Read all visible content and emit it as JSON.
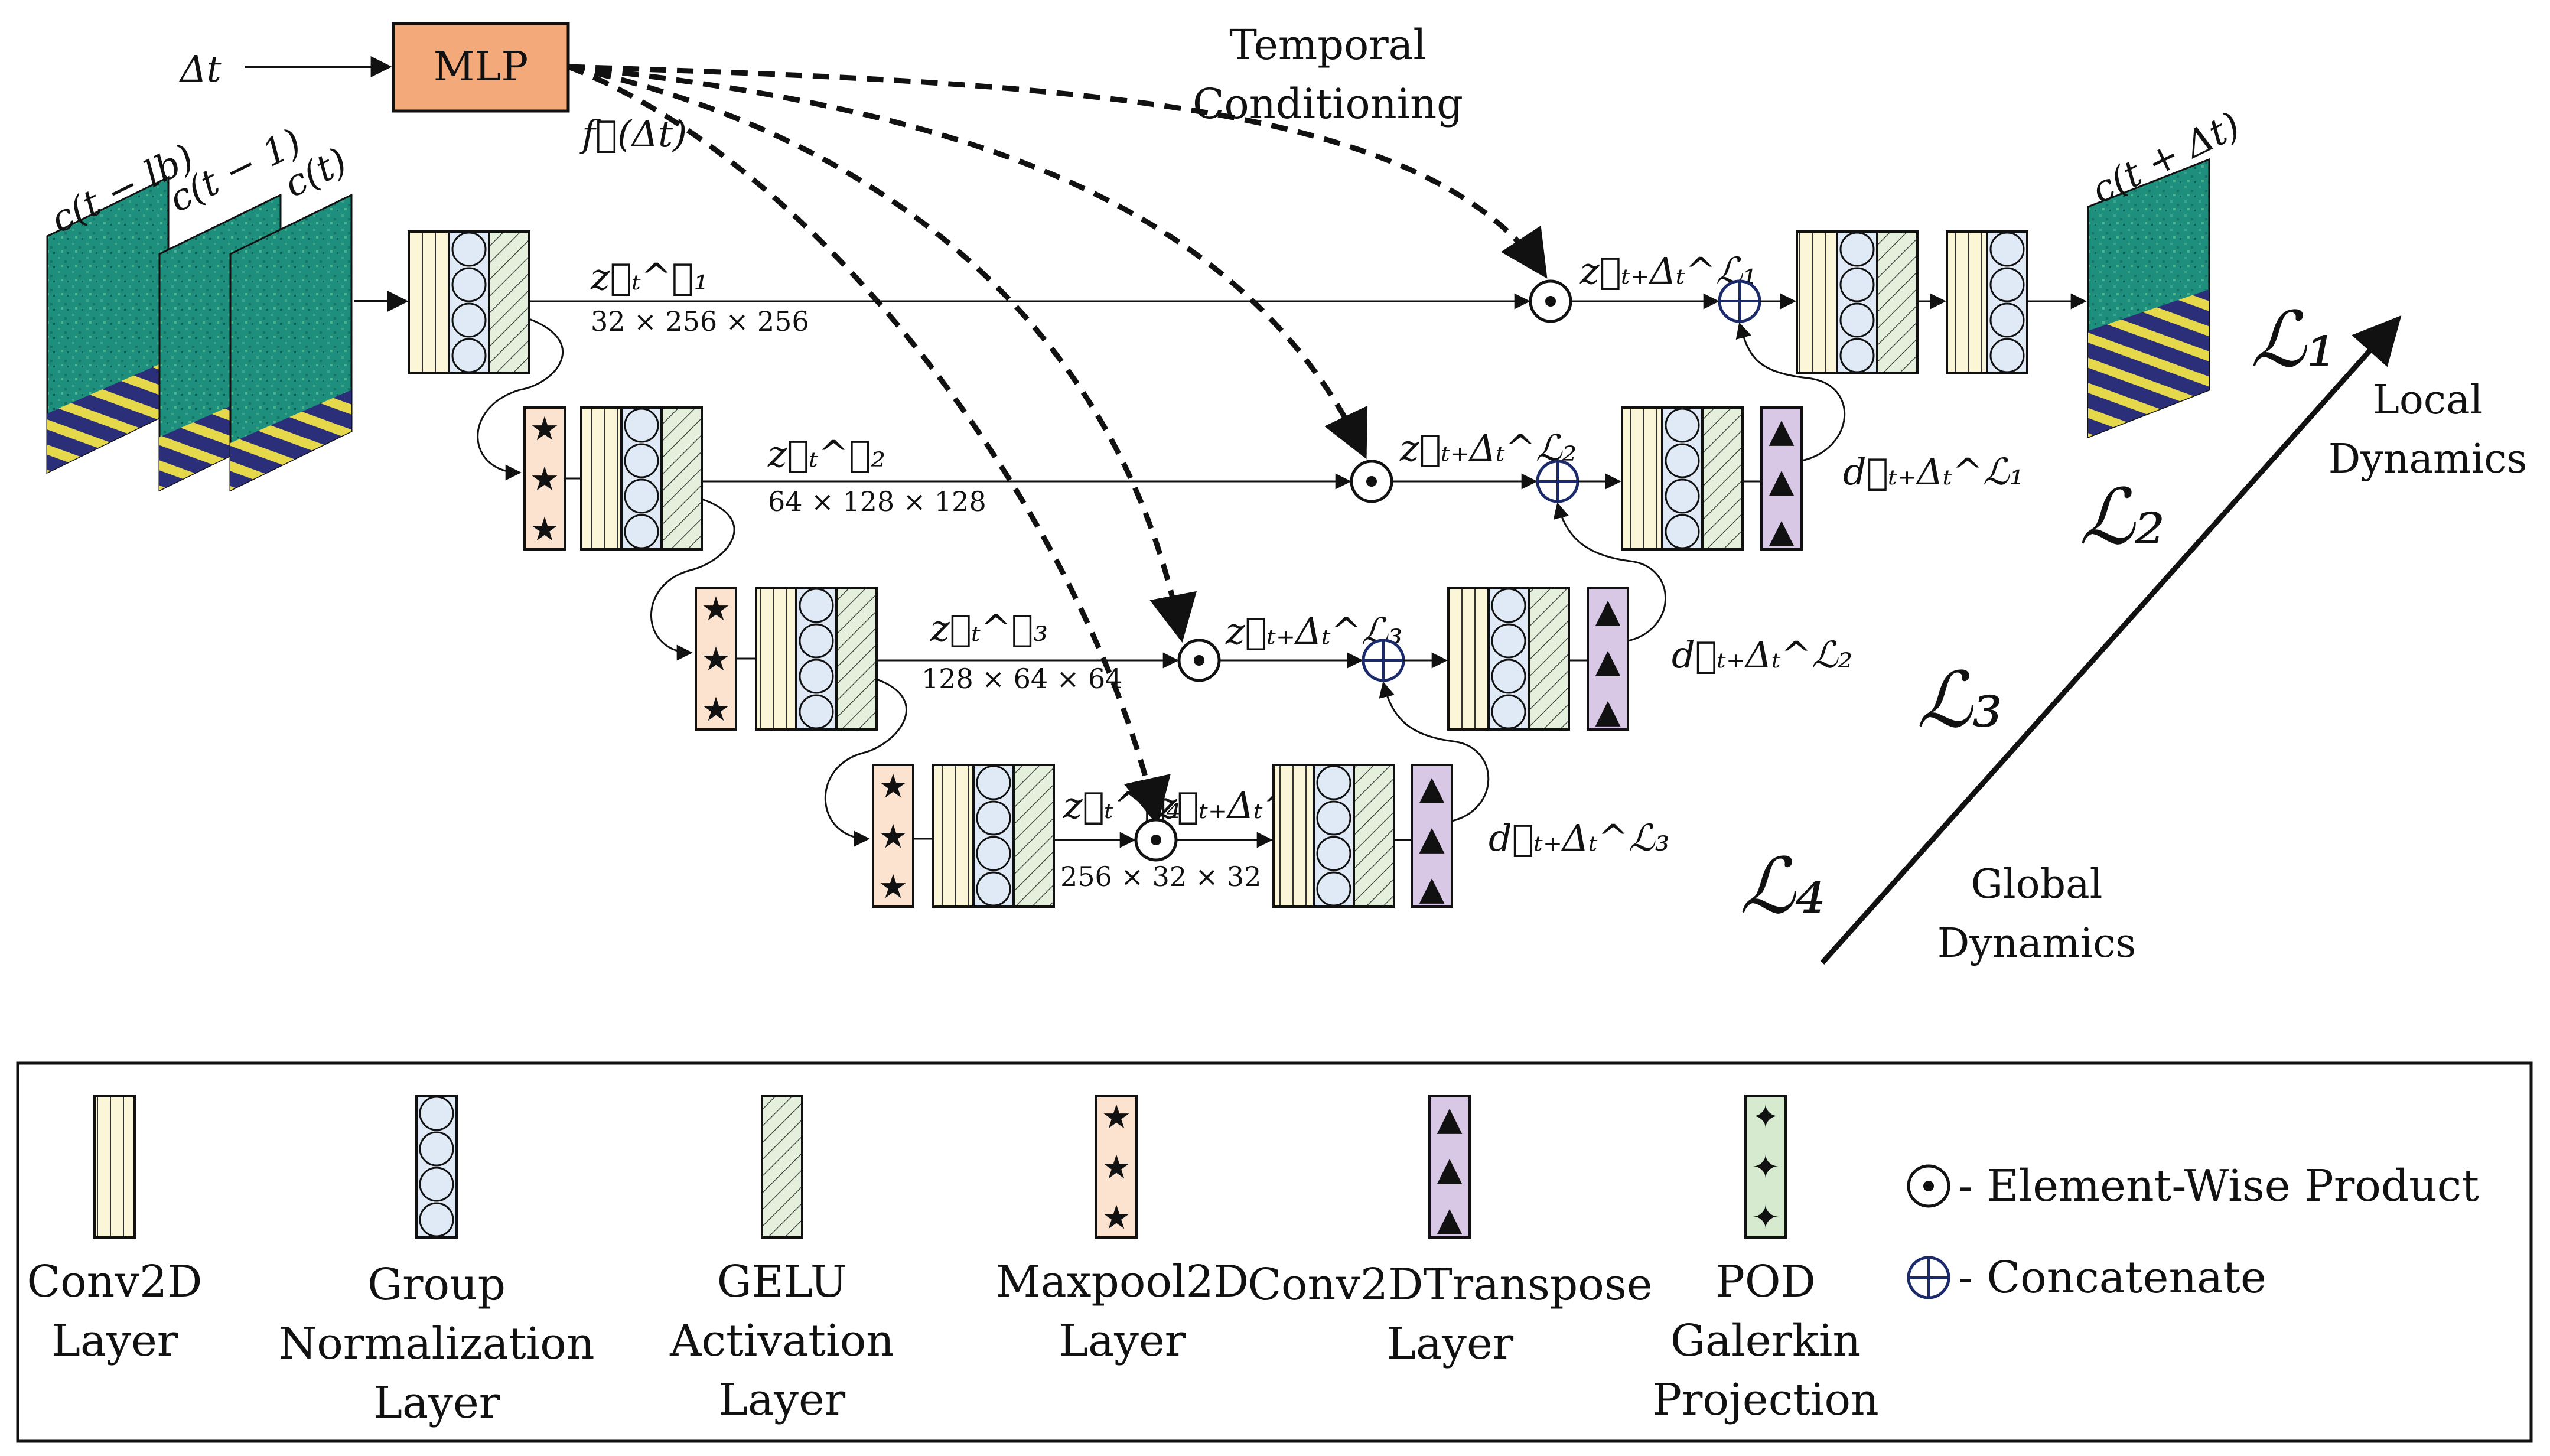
{
  "top": {
    "dt_label": "Δt",
    "mlp_label": "MLP",
    "f_label": "f⃗(Δt)",
    "temporal_line1": "Temporal",
    "temporal_line2": "Conditioning"
  },
  "inputs": {
    "frames": [
      "c(t − lb)",
      "c(t − 1)",
      "c(t)"
    ],
    "output": "c(t + Δt)"
  },
  "encoder": {
    "z1": "z⃗ₜ^ℒ₁",
    "z1_dim": "32 × 256 × 256",
    "z2": "z⃗ₜ^ℒ₂",
    "z2_dim": "64 × 128 × 128",
    "z3": "z⃗ₜ^ℒ₃",
    "z3_dim": "128 × 64 × 64",
    "z4": "z⃗ₜ^ℒ₄",
    "z4_dim": "256 × 32 × 32"
  },
  "conditioned": {
    "zc1": "z⃗ₜ₊Δₜ^ℒ₁",
    "zc2": "z⃗ₜ₊Δₜ^ℒ₂",
    "zc3": "z⃗ₜ₊Δₜ^ℒ₃",
    "zc4": "z⃗ₜ₊Δₜ^ℒ₄"
  },
  "decoder": {
    "d1": "d⃗ₜ₊Δₜ^ℒ₁",
    "d2": "d⃗ₜ₊Δₜ^ℒ₂",
    "d3": "d⃗ₜ₊Δₜ^ℒ₃"
  },
  "scale_axis": {
    "levels": [
      "ℒ₁",
      "ℒ₂",
      "ℒ₃",
      "ℒ₄"
    ],
    "local_line1": "Local",
    "local_line2": "Dynamics",
    "global_line1": "Global",
    "global_line2": "Dynamics"
  },
  "legend": {
    "conv": [
      "Conv2D",
      "Layer"
    ],
    "gnorm": [
      "Group",
      "Normalization",
      "Layer"
    ],
    "gelu": [
      "GELU",
      "Activation",
      "Layer"
    ],
    "maxpool": [
      "Maxpool2D",
      "Layer"
    ],
    "convT": [
      "Conv2DTranspose",
      "Layer"
    ],
    "pod": [
      "POD",
      "Galerkin",
      "Projection"
    ],
    "product": "- Element-Wise Product",
    "concat": "- Concatenate"
  },
  "colors": {
    "conv": "#fbf6d8",
    "gnorm": "#dfeaf6",
    "gelu": "#e4efdc",
    "maxpool": "#fbe3d0",
    "convT": "#d8c8e6",
    "pod": "#d6ead0",
    "mlp": "#f4a97a",
    "field_bg": "#1f8f7d",
    "field_band": "#e6d84b"
  }
}
